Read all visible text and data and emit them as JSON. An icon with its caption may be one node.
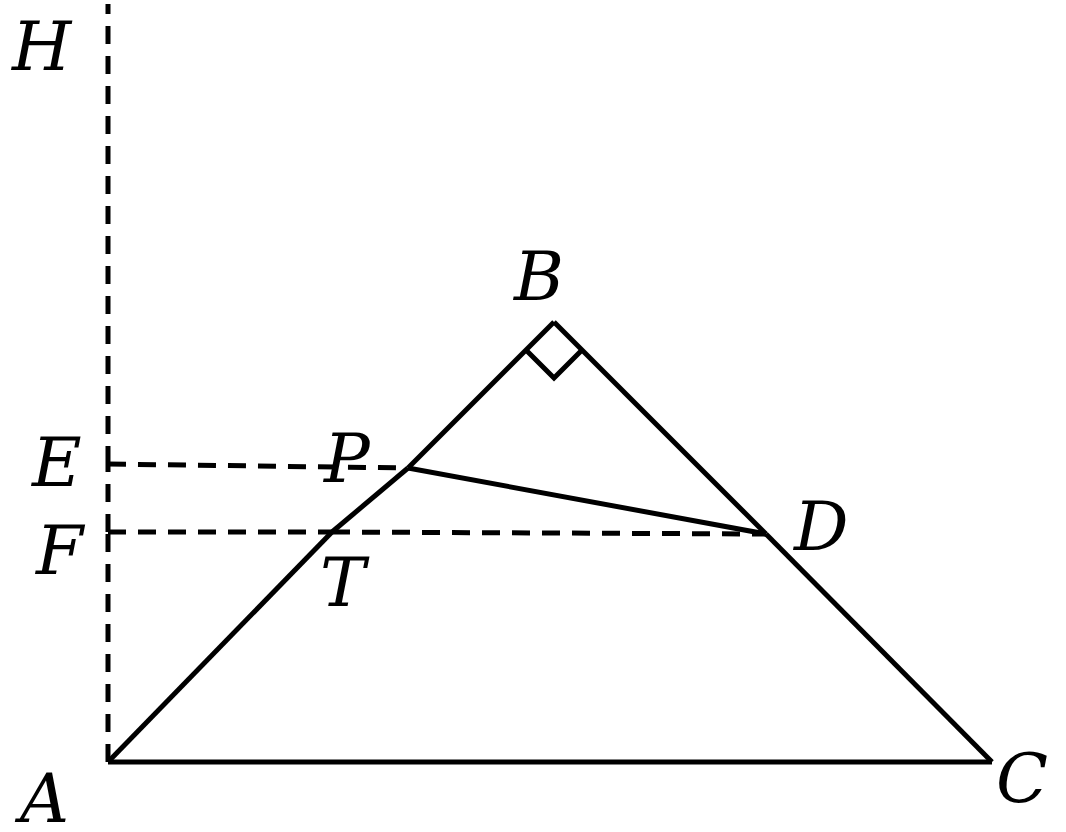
{
  "diagram": {
    "nodes": [
      {
        "text": [
          "H"
        ]
      },
      {
        "text": [
          "B"
        ]
      },
      {
        "text": [
          "E"
        ]
      },
      {
        "text": [
          "P"
        ]
      },
      {
        "text": [
          "F"
        ]
      },
      {
        "text": [
          "D"
        ]
      },
      {
        "text": [
          "T"
        ]
      },
      {
        "text": [
          "A"
        ]
      },
      {
        "text": [
          "C"
        ]
      }
    ],
    "edges": [
      {
        "from": 7,
        "to": 6,
        "arrow": "none"
      },
      {
        "from": 6,
        "to": 3,
        "arrow": "none"
      },
      {
        "from": 3,
        "to": 1,
        "arrow": "none"
      },
      {
        "from": 1,
        "to": 5,
        "arrow": "none"
      },
      {
        "from": 5,
        "to": 8,
        "arrow": "none"
      },
      {
        "from": 8,
        "to": 7,
        "arrow": "none"
      },
      {
        "from": 3,
        "to": 5,
        "arrow": "none"
      },
      {
        "from": 2,
        "to": 3,
        "arrow": "none",
        "style": "dashed"
      },
      {
        "from": 4,
        "to": 6,
        "arrow": "none",
        "style": "dashed"
      },
      {
        "from": 6,
        "to": 5,
        "arrow": "none",
        "style": "dashed"
      },
      {
        "from": 7,
        "to": 4,
        "arrow": "none",
        "style": "dashed"
      },
      {
        "from": 4,
        "to": 2,
        "arrow": "none",
        "style": "dashed"
      },
      {
        "from": 2,
        "to": 0,
        "arrow": "none",
        "style": "dashed"
      }
    ]
  }
}
